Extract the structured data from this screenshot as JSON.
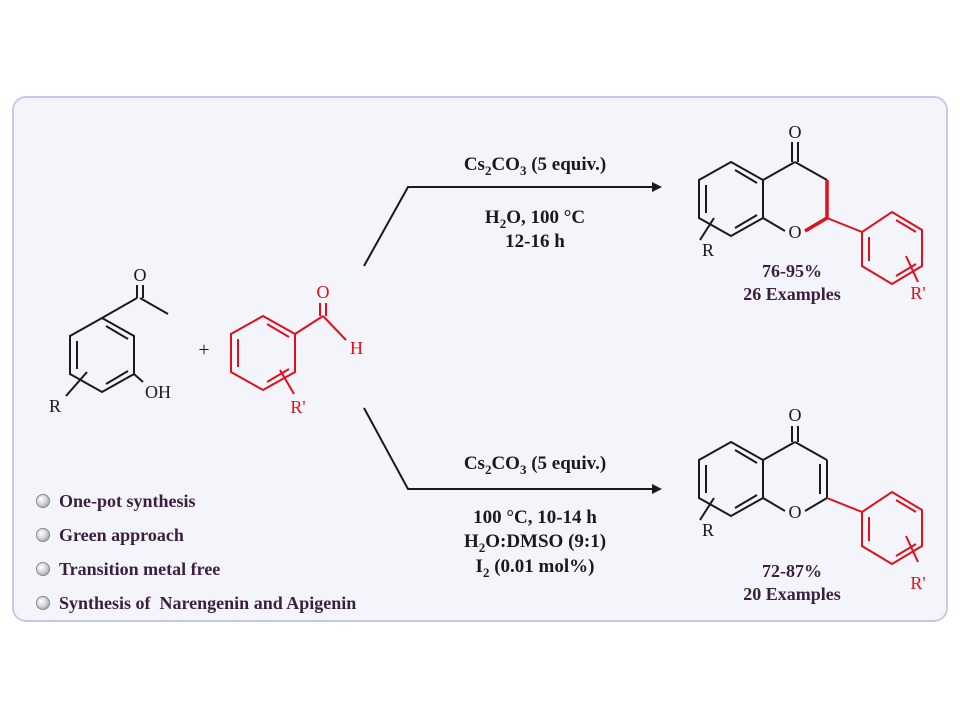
{
  "reaction_top": {
    "reagent_main": "Cs",
    "reagent_sub": "2",
    "reagent_mid": "CO",
    "reagent_sub2": "3",
    "reagent_end": " (5 equiv.)",
    "solvent_main": "H",
    "solvent_sub": "2",
    "solvent_end": "O, 100 °C",
    "time": "12-16 h",
    "yield": "76-95%",
    "examples": "26 Examples"
  },
  "reaction_bottom": {
    "reagent_main": "Cs",
    "reagent_sub": "2",
    "reagent_mid": "CO",
    "reagent_sub2": "3",
    "reagent_end": " (5 equiv.)",
    "temp_time": "100 °C, 10-14 h",
    "solvent_main": "H",
    "solvent_sub": "2",
    "solvent_end": "O:DMSO (9:1)",
    "iodine_main": "I",
    "iodine_sub": "2",
    "iodine_end": " (0.01 mol%)",
    "yield": "72-87%",
    "examples": "20 Examples"
  },
  "atom_labels": {
    "oxygen": "O",
    "hydroxyl": "OH",
    "hydrogen": "H",
    "r": "R",
    "r_prime": "R'",
    "plus": "+"
  },
  "features": [
    "One-pot synthesis",
    "Green approach",
    "Transition metal free",
    "Synthesis of  Narengenin and Apigenin"
  ],
  "colors": {
    "black_bond": "#1a1a1a",
    "red_bond": "#e0101a",
    "panel_bg": "#f4f4fb",
    "panel_border": "#c9c9e6",
    "text_purple": "#3a1f3f"
  }
}
